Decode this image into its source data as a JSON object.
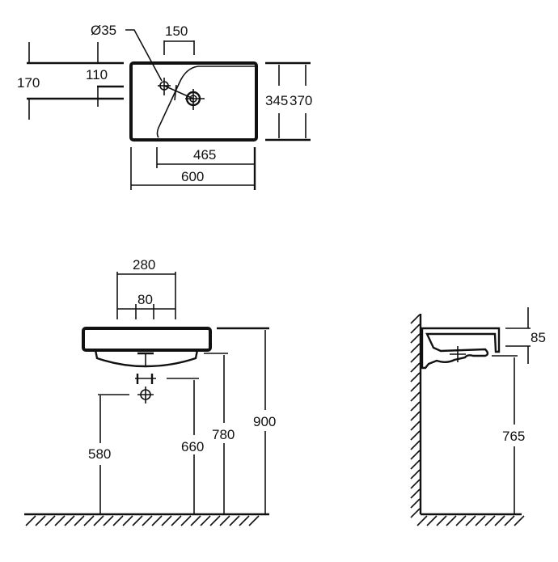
{
  "drawing": {
    "title": "Washbasin dimensional drawing",
    "units": "mm",
    "line_color": "#111111",
    "background": "#ffffff"
  },
  "top_view": {
    "labels": {
      "hole_diameter": "Ø35",
      "tap_offset": "150",
      "depth_hole_a": "170",
      "depth_hole_b": "110",
      "inner_depth": "345",
      "outer_depth": "370",
      "inner_width": "465",
      "outer_width": "600"
    }
  },
  "front_view": {
    "labels": {
      "bracket_spacing": "280",
      "waste_spacing": "80",
      "waste_height": "580",
      "bracket_height": "660",
      "underside_height": "780",
      "rim_height": "900"
    }
  },
  "side_view": {
    "labels": {
      "basin_height": "85",
      "clearance_height": "765"
    }
  }
}
